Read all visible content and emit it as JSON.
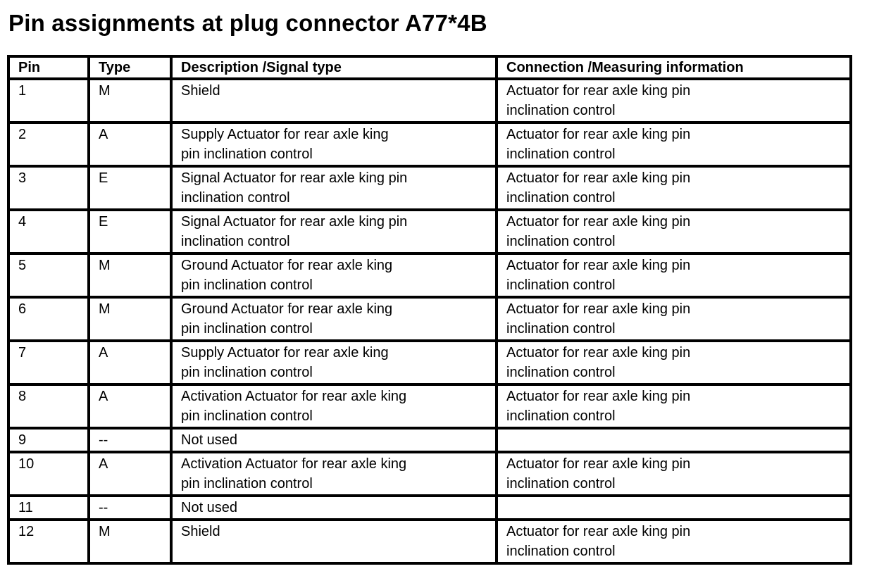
{
  "title": "Pin assignments at plug connector A77*4B",
  "table": {
    "headers": [
      "Pin",
      "Type",
      "Description /Signal type",
      "Connection /Measuring information"
    ],
    "rows": [
      {
        "pin": "1",
        "type": "M",
        "description": "Shield",
        "connection": "Actuator for rear axle king pin\ninclination control"
      },
      {
        "pin": "2",
        "type": "A",
        "description": "Supply Actuator for rear axle king\npin inclination control",
        "connection": "Actuator for rear axle king pin\ninclination control"
      },
      {
        "pin": "3",
        "type": "E",
        "description": "Signal Actuator for rear axle king pin\ninclination control",
        "connection": "Actuator for rear axle king pin\ninclination control"
      },
      {
        "pin": "4",
        "type": "E",
        "description": "Signal Actuator for rear axle king pin\ninclination control",
        "connection": "Actuator for rear axle king pin\ninclination control"
      },
      {
        "pin": "5",
        "type": "M",
        "description": "Ground Actuator for rear axle king\npin inclination control",
        "connection": "Actuator for rear axle king pin\ninclination control"
      },
      {
        "pin": "6",
        "type": "M",
        "description": "Ground Actuator for rear axle king\npin inclination control",
        "connection": "Actuator for rear axle king pin\ninclination control"
      },
      {
        "pin": "7",
        "type": "A",
        "description": "Supply Actuator for rear axle king\npin inclination control",
        "connection": "Actuator for rear axle king pin\ninclination control"
      },
      {
        "pin": "8",
        "type": "A",
        "description": "Activation Actuator for rear axle king\npin inclination control",
        "connection": "Actuator for rear axle king pin\ninclination control"
      },
      {
        "pin": "9",
        "type": "--",
        "description": "Not used",
        "connection": ""
      },
      {
        "pin": "10",
        "type": "A",
        "description": "Activation Actuator for rear axle king\npin inclination control",
        "connection": "Actuator for rear axle king pin\ninclination control"
      },
      {
        "pin": "11",
        "type": "--",
        "description": "Not used",
        "connection": ""
      },
      {
        "pin": "12",
        "type": "M",
        "description": "Shield",
        "connection": "Actuator for rear axle king pin\ninclination control"
      }
    ]
  }
}
